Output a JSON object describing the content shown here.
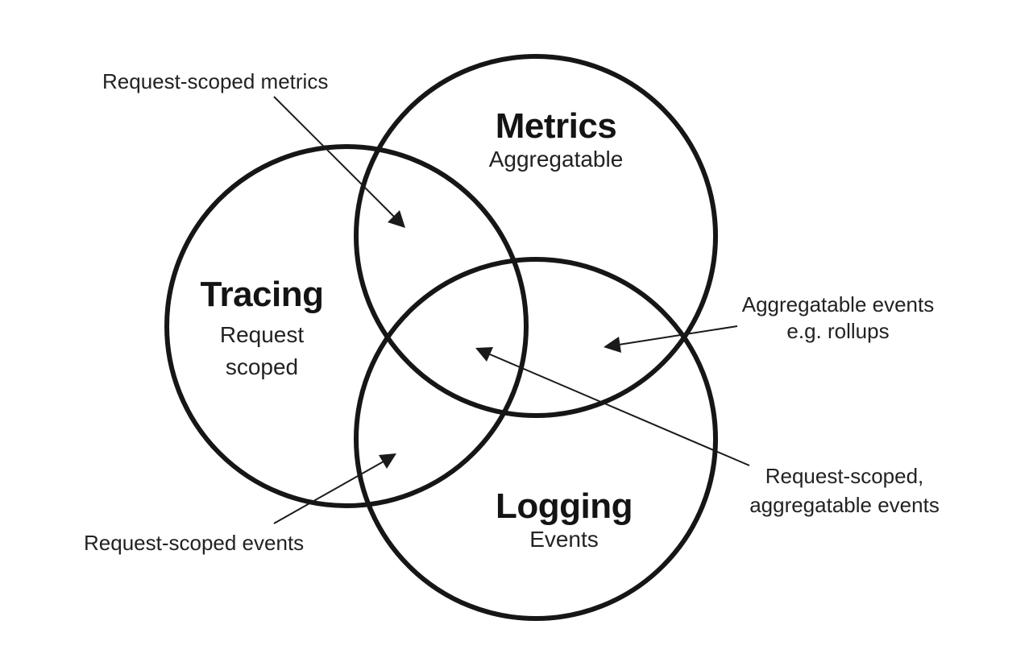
{
  "circles": [
    {
      "id": "tracing",
      "title": "Tracing",
      "subtitle_lines": [
        "Request",
        "scoped"
      ]
    },
    {
      "id": "metrics",
      "title": "Metrics",
      "subtitle_lines": [
        "Aggregatable"
      ]
    },
    {
      "id": "logging",
      "title": "Logging",
      "subtitle_lines": [
        "Events"
      ]
    }
  ],
  "callouts": {
    "request_scoped_metrics": [
      "Request-scoped metrics"
    ],
    "aggregatable_events": [
      "Aggregatable events",
      "e.g. rollups"
    ],
    "request_scoped_aggregatable": [
      "Request-scoped,",
      "aggregatable events"
    ],
    "request_scoped_events": [
      "Request-scoped events"
    ]
  },
  "colors": {
    "stroke": "#161616",
    "text": "#222222",
    "background": "#ffffff"
  }
}
